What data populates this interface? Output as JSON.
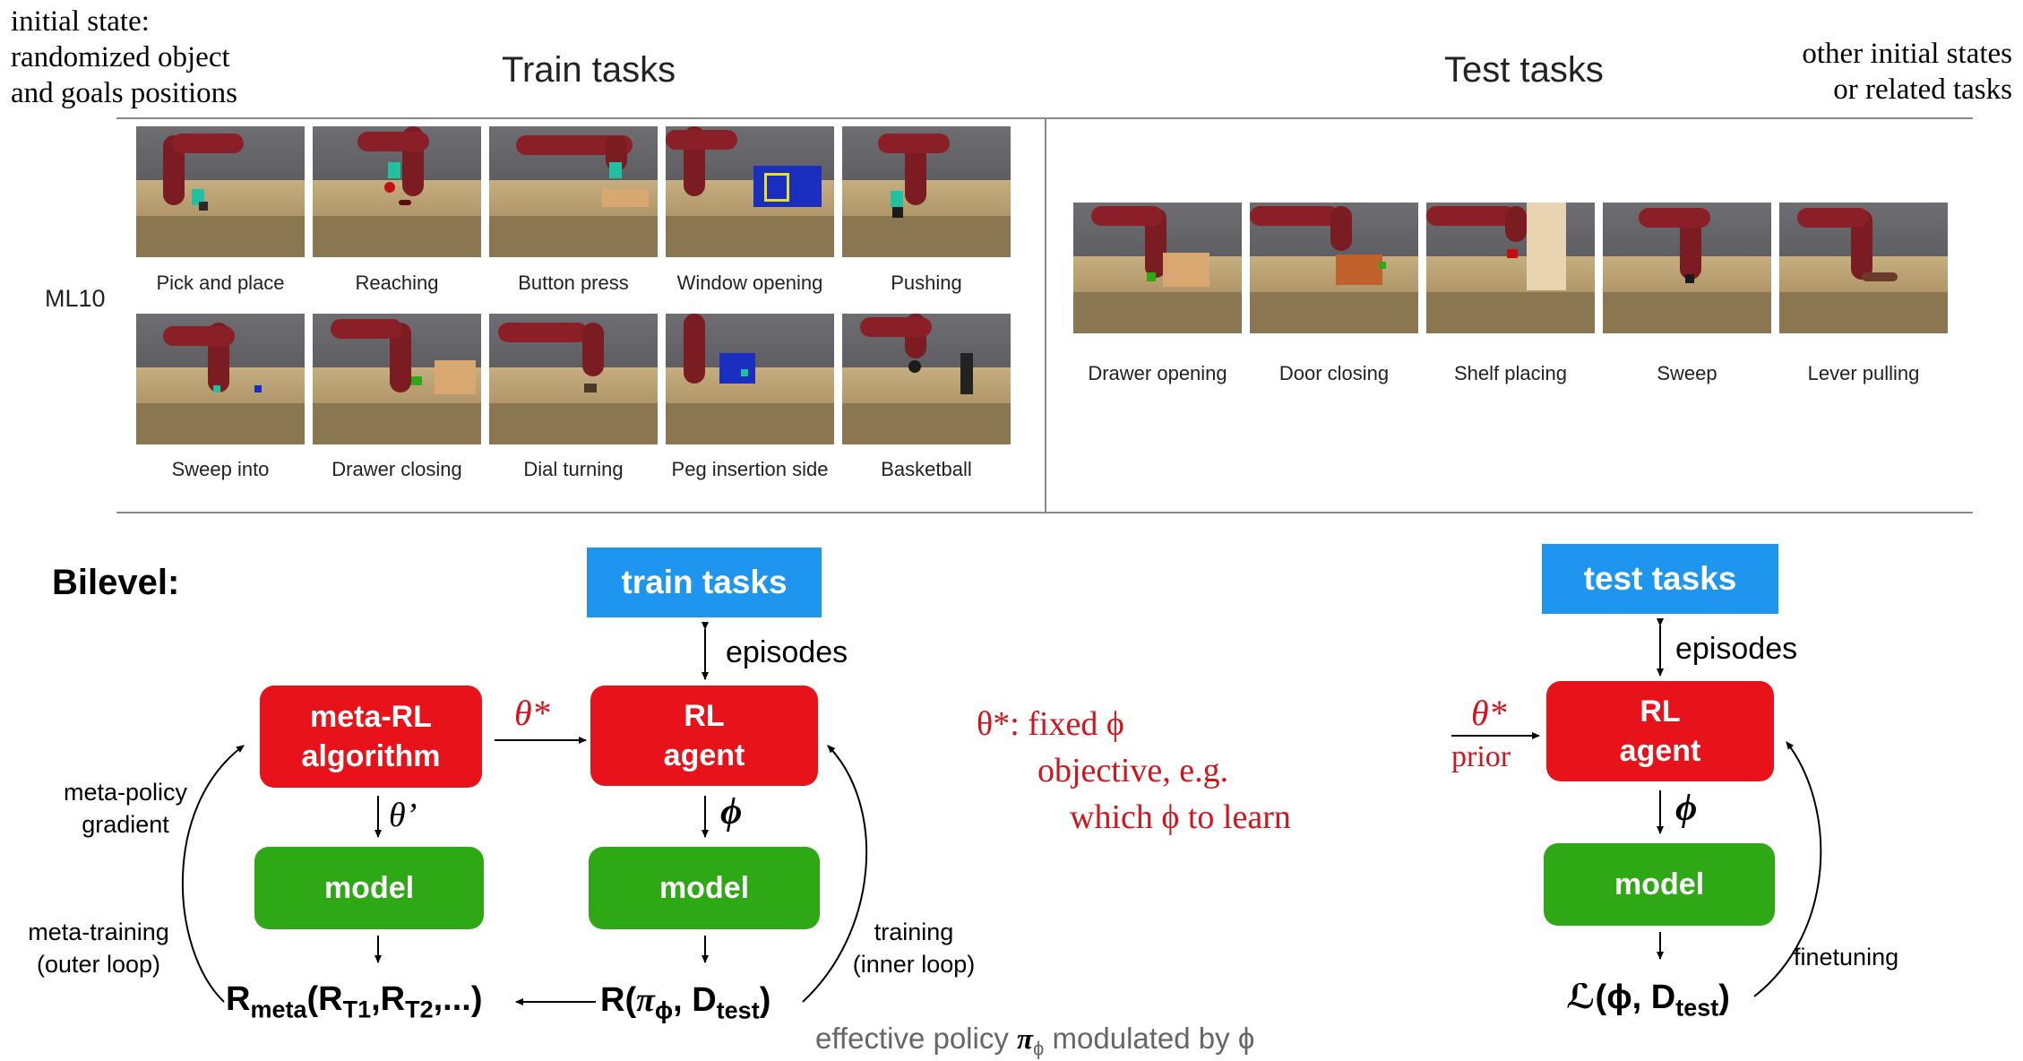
{
  "top_left_note": [
    "initial state:",
    "randomized object",
    "and goals positions"
  ],
  "top_right_note": [
    "other initial states",
    "or related tasks"
  ],
  "train_title": "Train tasks",
  "test_title": "Test tasks",
  "benchmark_label": "ML10",
  "train_tasks_row1": [
    "Pick and place",
    "Reaching",
    "Button press",
    "Window opening",
    "Pushing"
  ],
  "train_tasks_row2": [
    "Sweep into",
    "Drawer closing",
    "Dial turning",
    "Peg insertion side",
    "Basketball"
  ],
  "test_tasks": [
    "Drawer opening",
    "Door closing",
    "Shelf placing",
    "Sweep",
    "Lever pulling"
  ],
  "bilevel_label": "Bilevel:",
  "diagram": {
    "train_tasks_box": "train tasks",
    "test_tasks_box": "test tasks",
    "episodes_left": "episodes",
    "episodes_right": "episodes",
    "meta_rl_line1": "meta-RL",
    "meta_rl_line2": "algorithm",
    "rl_agent_line1": "RL",
    "rl_agent_line2": "agent",
    "model": "model",
    "theta_star": "θ*",
    "theta_prime": "θ’",
    "phi": "ϕ",
    "prior": "prior",
    "meta_policy_gradient": [
      "meta-policy",
      "gradient"
    ],
    "meta_training": [
      "meta-training",
      "(outer loop)"
    ],
    "training": [
      "training",
      "(inner loop)"
    ],
    "finetuning": "finetuning",
    "r_meta": {
      "main": "R",
      "sub": "meta",
      "open": "(R",
      "sub1": "T1",
      "mid": ",R",
      "sub2": "T2",
      "close": ",...)"
    },
    "r_pi": {
      "main": "R(",
      "pi": "π",
      "pisub": "ϕ",
      "mid": ", D",
      "sub": "test",
      "close": ")"
    },
    "loss": {
      "main": "ℒ(ϕ, D",
      "sub": "test",
      "close": ")"
    },
    "effective_policy": {
      "pre": "effective policy ",
      "pi": "π",
      "pisub": "ϕ",
      "post": " modulated by ϕ"
    },
    "red_note": [
      "θ*: fixed ϕ",
      "objective, e.g.",
      "which ϕ to learn"
    ]
  },
  "colors": {
    "red": "#e8131a",
    "green": "#2ea815",
    "blue": "#1e96f0",
    "note_red": "#d0161c"
  }
}
